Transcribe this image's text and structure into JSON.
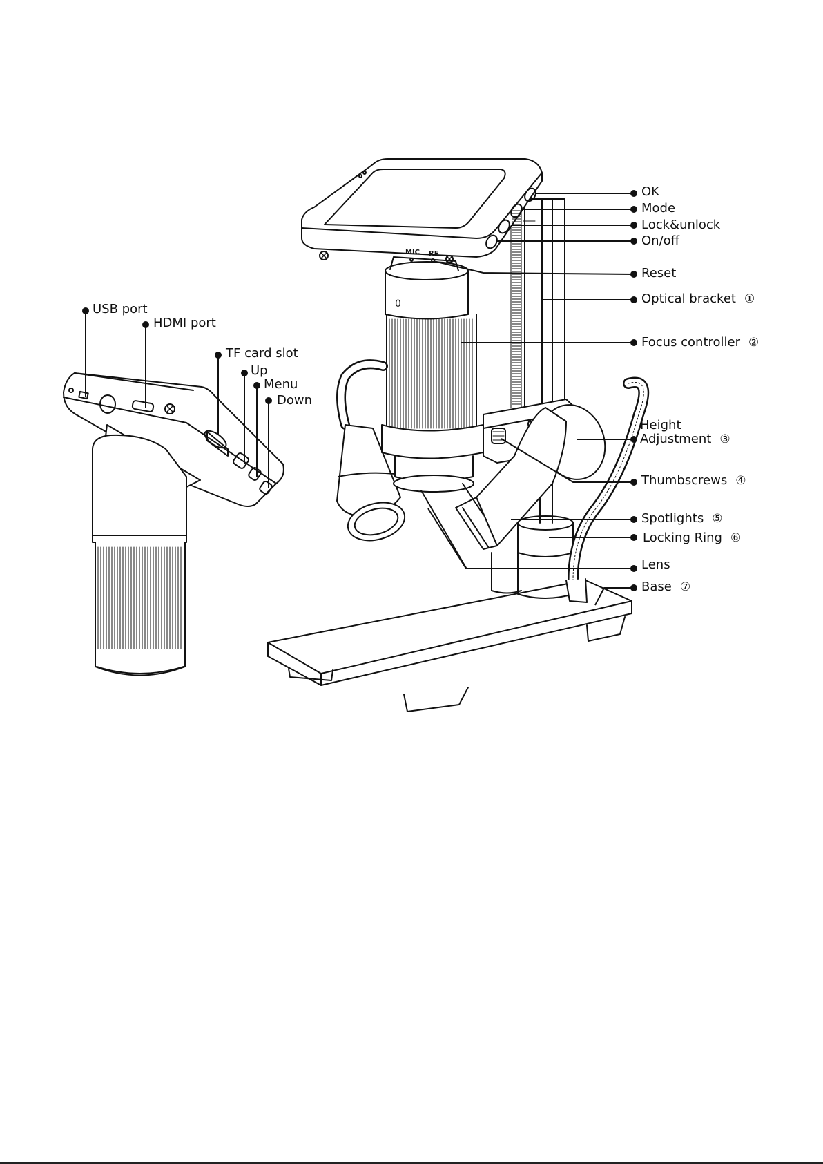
{
  "callouts": {
    "ok": "OK",
    "mode": "Mode",
    "lock": "Lock&unlock",
    "onoff": "On/off",
    "reset": "Reset",
    "optical_bracket": "Optical bracket",
    "optical_bracket_num": "①",
    "focus_controller": "Focus controller",
    "focus_controller_num": "②",
    "height_line1": "Height",
    "height_line2": "Adjustment",
    "height_num": "③",
    "thumbscrews": "Thumbscrews",
    "thumbscrews_num": "④",
    "spotlights": "Spotlights",
    "spotlights_num": "⑤",
    "locking_ring": "Locking Ring",
    "locking_ring_num": "⑥",
    "lens": "Lens",
    "base": "Base",
    "base_num": "⑦",
    "usb_port": "USB port",
    "hdmi_port": "HDMI port",
    "tf_card_slot": "TF card slot",
    "up": "Up",
    "menu": "Menu",
    "down": "Down"
  },
  "device_marks": {
    "mic": "MIC",
    "re": "RE",
    "zero": "0"
  }
}
